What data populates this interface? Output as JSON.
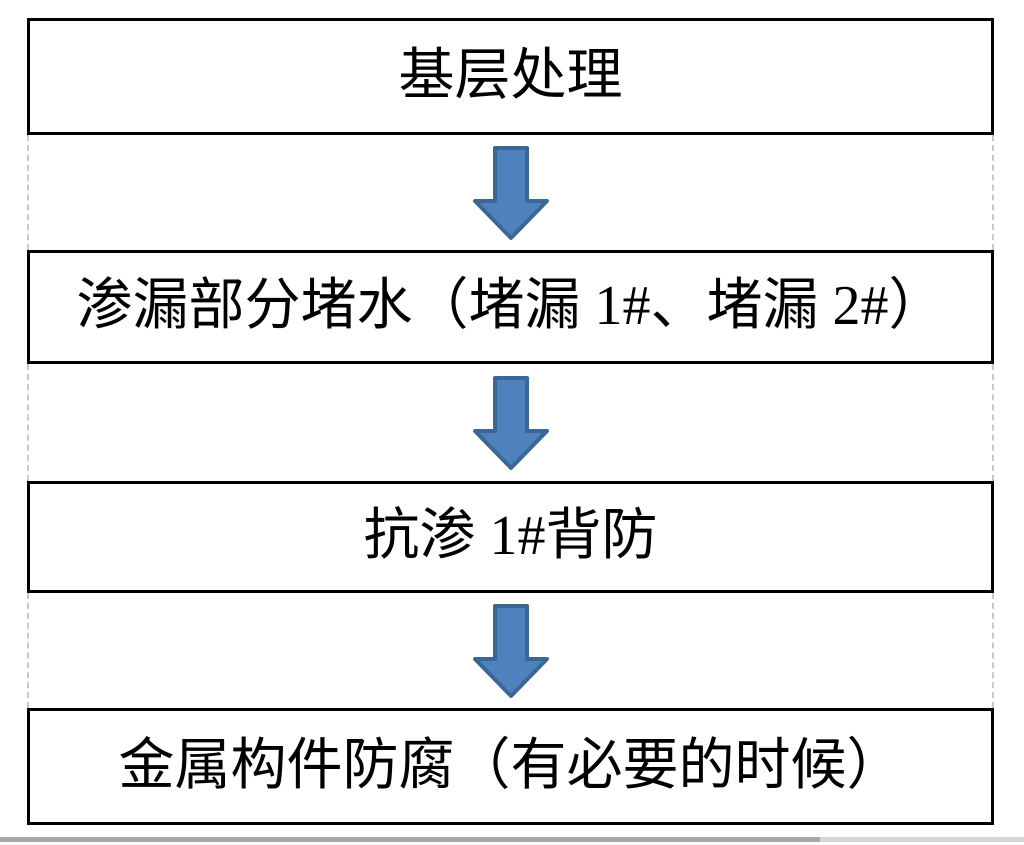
{
  "flowchart": {
    "title": "waterproofing-process-flow",
    "steps": [
      {
        "label": "基层处理"
      },
      {
        "label": "渗漏部分堵水（堵漏 1#、堵漏 2#）"
      },
      {
        "label": "抗渗 1#背防"
      },
      {
        "label": "金属构件防腐（有必要的时候）"
      }
    ],
    "arrow": {
      "fill": "#4f81bd",
      "stroke": "#3a6794"
    },
    "colors": {
      "box_border": "#000000",
      "box_fill": "#ffffff",
      "dashed_guide": "#c9c9c9",
      "background": "#ffffff"
    }
  },
  "scrollbar": {
    "thumb_color": "#a8a8a8",
    "track_color": "#d6d4d2"
  }
}
